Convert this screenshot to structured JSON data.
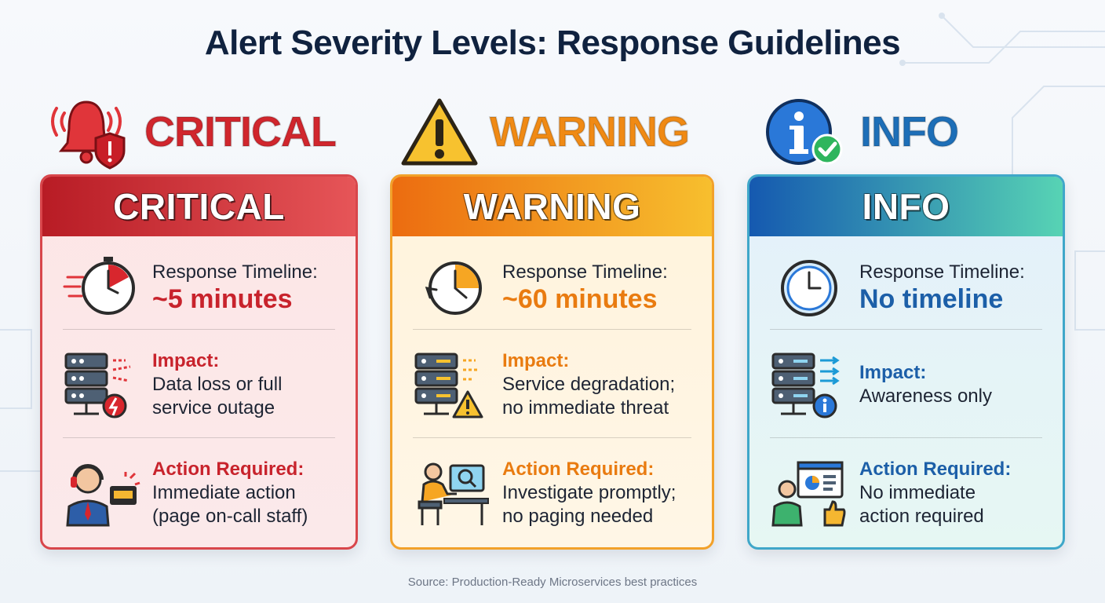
{
  "title": "Alert Severity Levels: Response Guidelines",
  "source": "Source: Production-Ready Microservices best practices",
  "levels": [
    {
      "name": "CRITICAL",
      "card_title": "CRITICAL",
      "accent": "#c8232c",
      "header_icon": "bell-alarm-icon",
      "timeline_label": "Response Timeline:",
      "timeline_value": "~5 minutes",
      "impact_label": "Impact:",
      "impact_text_1": "Data loss or full",
      "impact_text_2": "service outage",
      "action_label": "Action Required:",
      "action_text_1": "Immediate action",
      "action_text_2": "(page on-call staff)"
    },
    {
      "name": "WARNING",
      "card_title": "WARNING",
      "accent": "#e97b10",
      "header_icon": "warning-triangle-icon",
      "timeline_label": "Response Timeline:",
      "timeline_value": "~60 minutes",
      "impact_label": "Impact:",
      "impact_text_1": "Service degradation;",
      "impact_text_2": "no immediate threat",
      "action_label": "Action Required:",
      "action_text_1": "Investigate promptly;",
      "action_text_2": "no paging needed"
    },
    {
      "name": "INFO",
      "card_title": "INFO",
      "accent": "#1c5fa8",
      "header_icon": "info-circle-icon",
      "timeline_label": "Response Timeline:",
      "timeline_value": "No timeline",
      "impact_label": "Impact:",
      "impact_text_1": "Awareness only",
      "action_label": "Action Required:",
      "action_text_1": "No immediate",
      "action_text_2": "action required"
    }
  ]
}
